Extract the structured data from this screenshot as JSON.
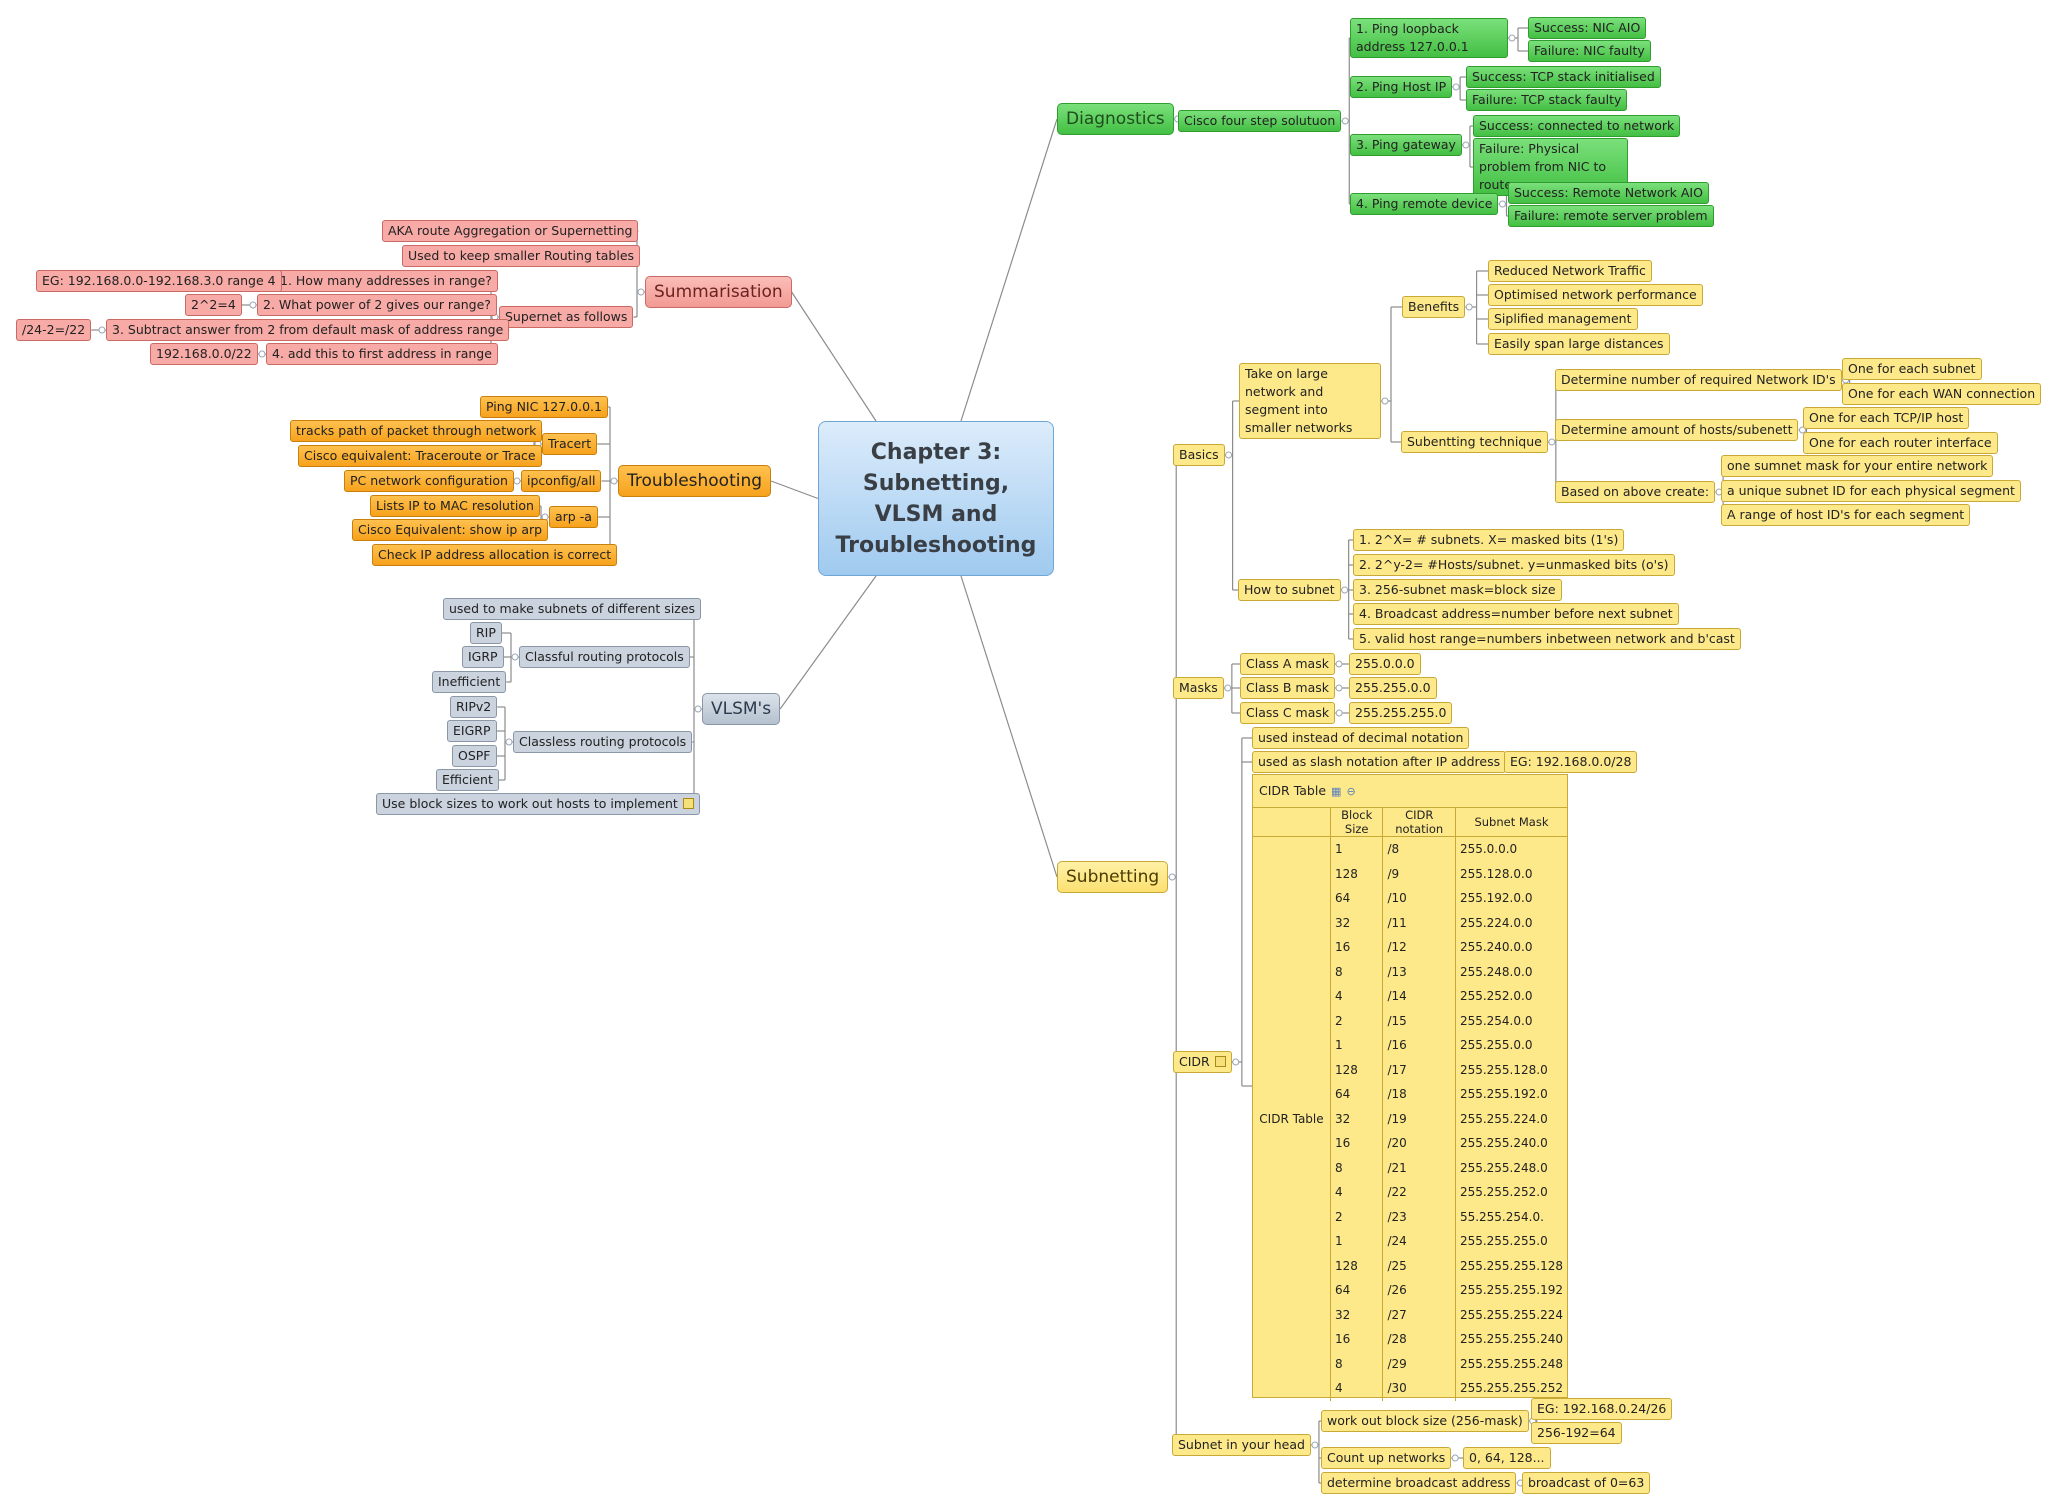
{
  "central": {
    "line1": "Chapter 3:",
    "line2": "Subnetting,",
    "line3": "VLSM and",
    "line4": "Troubleshooting"
  },
  "diagnostics": {
    "label": "Diagnostics",
    "cisco": "Cisco four step solutuon",
    "step1": "1.  Ping loopback address 127.0.0.1",
    "step1_success": "Success: NIC AIO",
    "step1_failure": "Failure: NIC faulty",
    "step2": "2. Ping Host IP",
    "step2_success": "Success: TCP stack initialised",
    "step2_failure": "Failure: TCP stack faulty",
    "step3": "3. Ping gateway",
    "step3_success": "Success: connected to network",
    "step3_failure": "Failure: Physical problem from NIC to router",
    "step4": "4. Ping remote device",
    "step4_success": "Success: Remote Network AIO",
    "step4_failure": "Failure: remote server problem"
  },
  "summarisation": {
    "label": "Summarisation",
    "aka": "AKA route Aggregation or Supernetting",
    "used": "Used to keep smaller Routing tables",
    "supernet": "Supernet as follows",
    "q1": "1.  How many addresses in range?",
    "q1_eg": "EG: 192.168.0.0-192.168.3.0 range 4",
    "q2": "2.  What power of 2 gives our range?",
    "q2_eg": "2^2=4",
    "q3": "3.  Subtract answer from 2 from default mask of address range",
    "q3_eg": "/24-2=/22",
    "q4": "4.  add this to first address in range",
    "q4_eg": "192.168.0.0/22"
  },
  "troubleshooting": {
    "label": "Troubleshooting",
    "ping": "Ping NIC 127.0.0.1",
    "tracert": "Tracert",
    "tracert_a": "tracks path of packet through network",
    "tracert_b": "Cisco equivalent: Traceroute or Trace",
    "ipconfig": "ipconfig/all",
    "ipconfig_a": "PC network configuration",
    "arp": "arp -a",
    "arp_a": "Lists IP to MAC resolution",
    "arp_b": "Cisco Equivalent: show ip arp",
    "check": "Check IP address allocation is correct"
  },
  "vlsm": {
    "label": "VLSM's",
    "used": "used to make subnets of different sizes",
    "classful": "Classful routing protocols",
    "rip": "RIP",
    "igrp": "IGRP",
    "inefficient": "Inefficient",
    "classless": "Classless routing protocols",
    "ripv2": "RIPv2",
    "eigrp": "EIGRP",
    "ospf": "OSPF",
    "efficient": "Efficient",
    "block": "Use block sizes to work out hosts to implement"
  },
  "subnetting": {
    "label": "Subnetting",
    "basics": "Basics",
    "take_on": "Take on large network and segment into smaller networks",
    "benefits": "Benefits",
    "benefit1": "Reduced Network Traffic",
    "benefit2": "Optimised network performance",
    "benefit3": "Siplified management",
    "benefit4": "Easily span large distances",
    "technique": "Subentting technique",
    "determine_ids": "Determine number of required Network ID's",
    "each_subnet": "One for each subnet",
    "each_wan": "One for each WAN connection",
    "determine_hosts": "Determine amount of hosts/subenett",
    "each_host": "One for each TCP/IP host",
    "each_router": "One for each router interface",
    "based_on": "Based on above create:",
    "create1": "one sumnet mask for your entire network",
    "create2": "a unique subnet ID for each physical segment",
    "create3": "A range of host ID's for each segment",
    "how_to": "How to subnet",
    "how1": "1.  2^X= # subnets. X= masked bits (1's)",
    "how2": "2.  2^y-2= #Hosts/subnet. y=unmasked bits (o's)",
    "how3": "3.  256-subnet mask=block size",
    "how4": "4.  Broadcast address=number before next subnet",
    "how5": "5.  valid host range=numbers inbetween network and b'cast",
    "masks": "Masks",
    "class_a": "Class A mask",
    "class_a_val": "255.0.0.0",
    "class_b": "Class B mask",
    "class_b_val": "255.255.0.0",
    "class_c": "Class C mask",
    "class_c_val": "255.255.255.0",
    "cidr": "CIDR",
    "cidr_used1": "used instead of decimal notation",
    "cidr_used2": "used as slash notation after IP address",
    "cidr_eg": "EG: 192.168.0.0/28",
    "cidr_table_title": "CIDR Table",
    "cidr_side": "CIDR Table",
    "head": "Subnet in your head",
    "head1": "work out block size (256-mask)",
    "head1_eg1": "EG: 192.168.0.24/26",
    "head1_eg2": "256-192=64",
    "head2": "Count up networks",
    "head2_eg": "0, 64, 128...",
    "head3": "determine broadcast address",
    "head3_eg": "broadcast of 0=63"
  },
  "cidr_table": {
    "headers": [
      "Block Size",
      "CIDR notation",
      "Subnet Mask"
    ],
    "rows": [
      [
        "1",
        "/8",
        "255.0.0.0"
      ],
      [
        "128",
        "/9",
        "255.128.0.0"
      ],
      [
        "64",
        "/10",
        "255.192.0.0"
      ],
      [
        "32",
        "/11",
        "255.224.0.0"
      ],
      [
        "16",
        "/12",
        "255.240.0.0"
      ],
      [
        "8",
        "/13",
        "255.248.0.0"
      ],
      [
        "4",
        "/14",
        "255.252.0.0"
      ],
      [
        "2",
        "/15",
        "255.254.0.0"
      ],
      [
        "1",
        "/16",
        "255.255.0.0"
      ],
      [
        "128",
        "/17",
        "255.255.128.0"
      ],
      [
        "64",
        "/18",
        "255.255.192.0"
      ],
      [
        "32",
        "/19",
        "255.255.224.0"
      ],
      [
        "16",
        "/20",
        "255.255.240.0"
      ],
      [
        "8",
        "/21",
        "255.255.248.0"
      ],
      [
        "4",
        "/22",
        "255.255.252.0"
      ],
      [
        "2",
        "/23",
        "55.255.254.0."
      ],
      [
        "1",
        "/24",
        "255.255.255.0"
      ],
      [
        "128",
        "/25",
        "255.255.255.128"
      ],
      [
        "64",
        "/26",
        "255.255.255.192"
      ],
      [
        "32",
        "/27",
        "255.255.255.224"
      ],
      [
        "16",
        "/28",
        "255.255.255.240"
      ],
      [
        "8",
        "/29",
        "255.255.255.248"
      ],
      [
        "4",
        "/30",
        "255.255.255.252"
      ]
    ]
  },
  "colors": {
    "diagnostics": "#43bf43",
    "summarisation": "#f7aaa6",
    "troubleshooting": "#f7a21c",
    "vlsm": "#cad3de",
    "subnetting": "#fde98a",
    "central": "#9fcaef",
    "connector": "#8c8c8c"
  }
}
